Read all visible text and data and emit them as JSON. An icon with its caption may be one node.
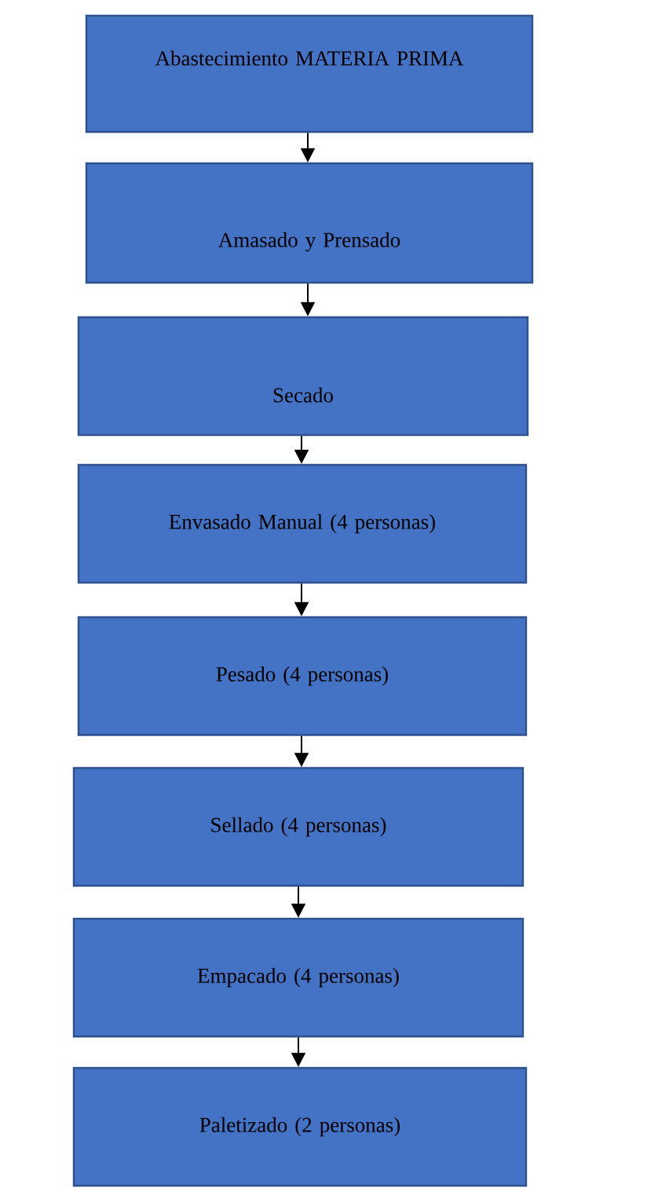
{
  "diagram": {
    "nodes": [
      {
        "text": [
          "Abastecimiento MATERIA PRIMA"
        ]
      },
      {
        "text": [
          "Amasado y Prensado"
        ]
      },
      {
        "text": [
          "Secado"
        ]
      },
      {
        "text": [
          "Envasado Manual (4 personas)"
        ]
      },
      {
        "text": [
          "Pesado (4 personas)"
        ]
      },
      {
        "text": [
          "Sellado (4 personas)"
        ]
      },
      {
        "text": [
          "Empacado (4 personas)"
        ]
      },
      {
        "text": [
          "Paletizado (2 personas)"
        ]
      }
    ],
    "edges": [
      {
        "from": 0,
        "to": 1,
        "arrow": "to"
      },
      {
        "from": 1,
        "to": 2,
        "arrow": "to"
      },
      {
        "from": 2,
        "to": 3,
        "arrow": "to"
      },
      {
        "from": 3,
        "to": 4,
        "arrow": "to"
      },
      {
        "from": 4,
        "to": 5,
        "arrow": "to"
      },
      {
        "from": 5,
        "to": 6,
        "arrow": "to"
      },
      {
        "from": 6,
        "to": 7,
        "arrow": "to"
      }
    ]
  }
}
